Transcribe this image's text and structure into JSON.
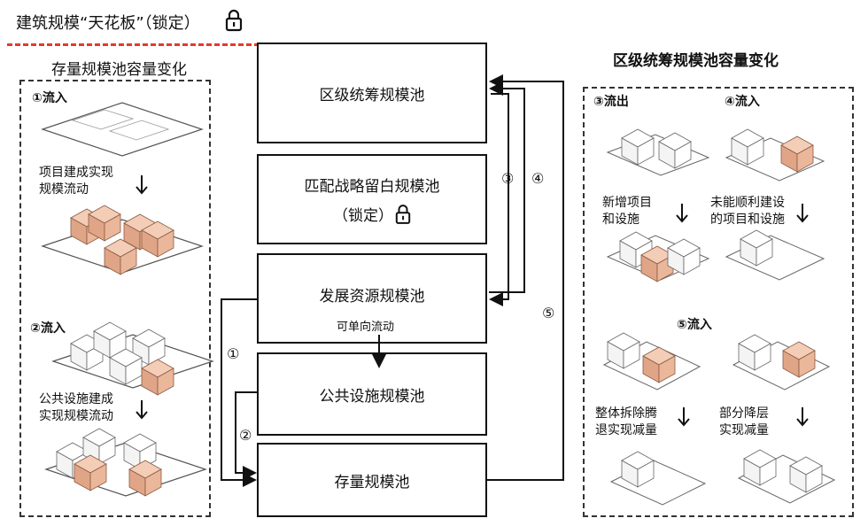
{
  "header": {
    "title": "建筑规模“天花板”（锁定）",
    "lock_icon": "lock-icon",
    "line_color": "#e23a2e"
  },
  "left_panel": {
    "title": "存量规模池容量变化",
    "section1_label": "①流入",
    "section1_caption_line1": "项目建成实现",
    "section1_caption_line2": "规模流动",
    "section2_label": "②流入",
    "section2_caption_line1": "公共设施建成",
    "section2_caption_line2": "实现规模流动"
  },
  "center": {
    "box1": "区级统筹规模池",
    "box2_line1": "匹配战略留白规模池",
    "box2_line2": "（锁定）",
    "box3": "发展资源规模池",
    "box3_sub": "可单向流动",
    "box4": "公共设施规模池",
    "box5": "存量规模池",
    "arrow_labels": [
      "①",
      "②",
      "③",
      "④",
      "⑤"
    ]
  },
  "right_panel": {
    "title": "区级统筹规模池容量变化",
    "section3_label": "③流出",
    "section3_caption_line1": "新增项目",
    "section3_caption_line2": "和设施",
    "section4_label": "④流入",
    "section4_caption_line1": "未能顺利建设",
    "section4_caption_line2": "的项目和设施",
    "section5_label": "⑤流入",
    "section5a_caption_line1": "整体拆除腾",
    "section5a_caption_line2": "退实现减量",
    "section5b_caption_line1": "部分降层",
    "section5b_caption_line2": "实现减量"
  },
  "colors": {
    "building_orange": "#eab79b",
    "building_white": "#ffffff",
    "outline": "#555555"
  }
}
